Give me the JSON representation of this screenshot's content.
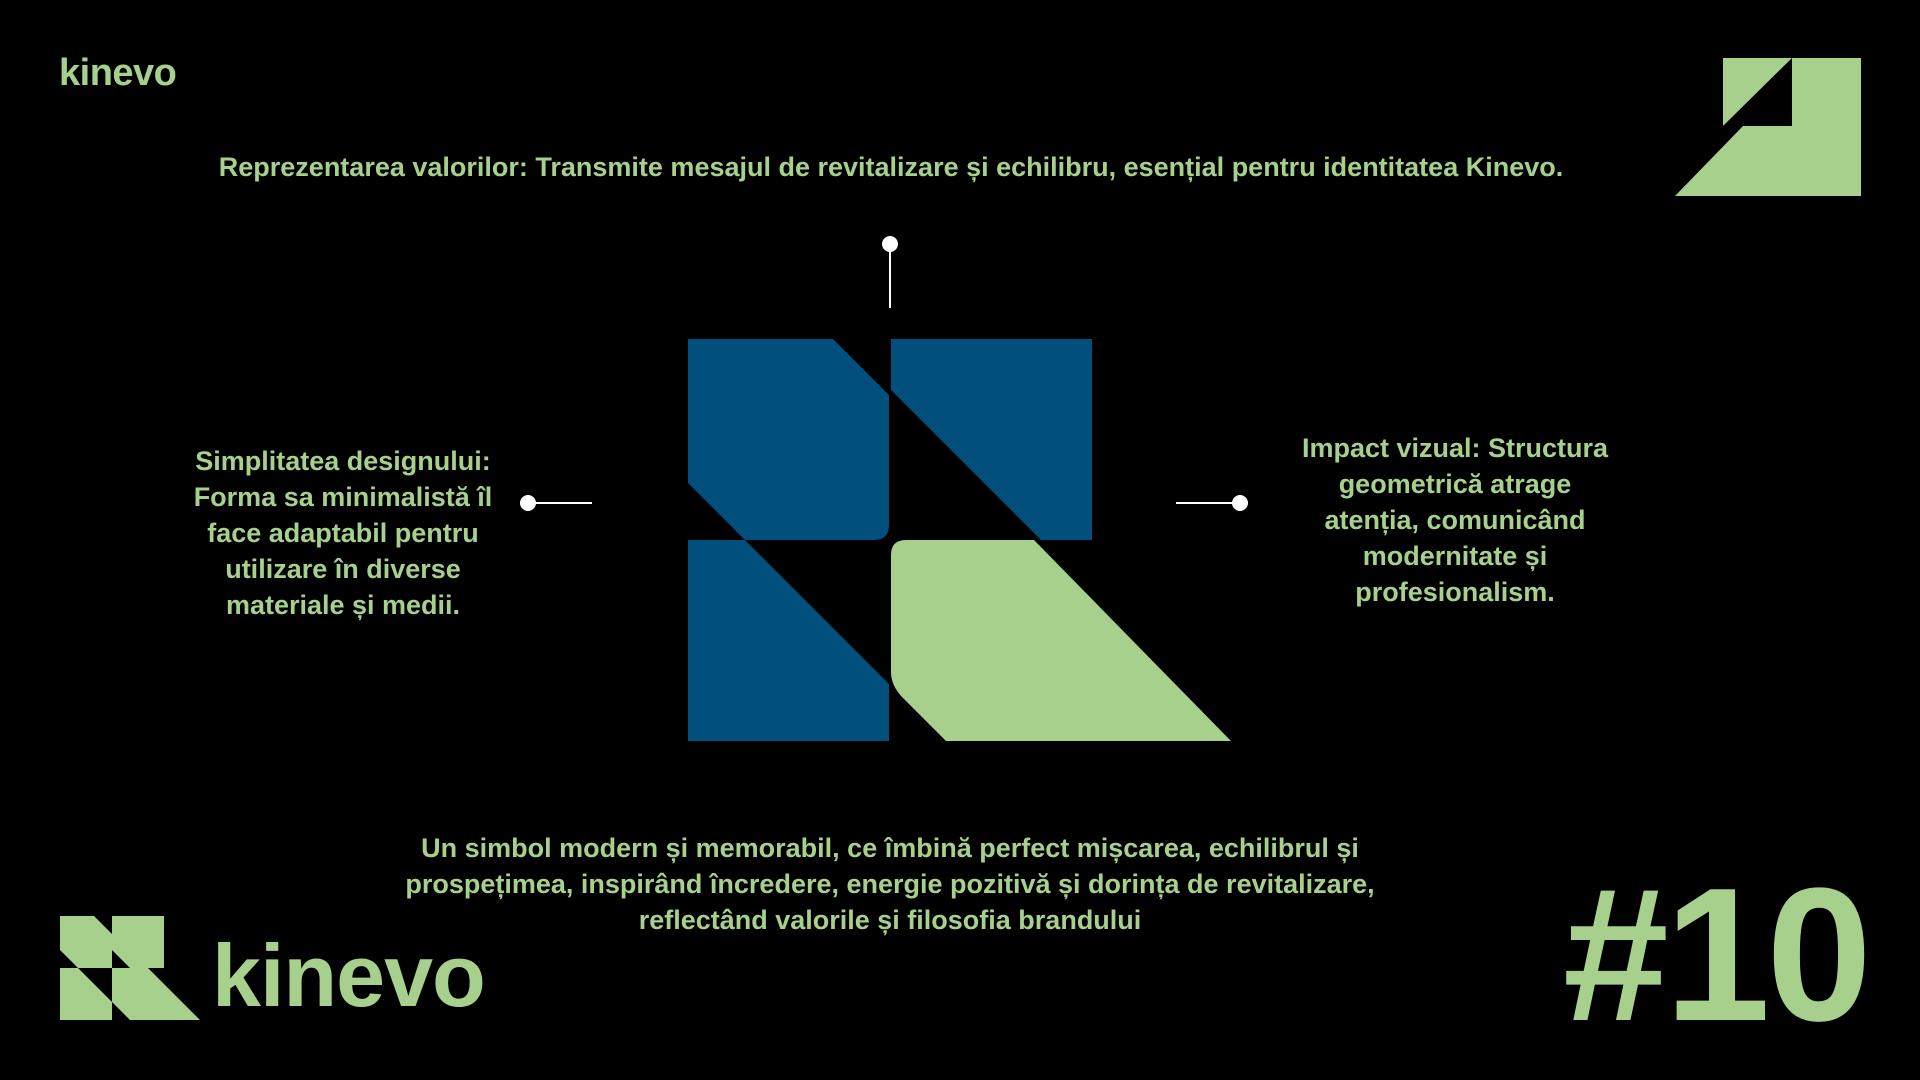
{
  "brand": {
    "name": "kinevo"
  },
  "captions": {
    "top": "Reprezentarea valorilor: Transmite mesajul de revitalizare și echilibru, esențial pentru identitatea Kinevo.",
    "left_lines": [
      "Simplitatea designului:",
      "Forma sa minimalistă îl",
      "face adaptabil pentru",
      "utilizare în diverse",
      "materiale și medii."
    ],
    "right_lines": [
      "Impact vizual: Structura",
      "geometrică atrage",
      "atenția, comunicând",
      "modernitate și",
      "profesionalism."
    ],
    "bottom_lines": [
      "Un simbol modern și memorabil, ce îmbină perfect mișcarea, echilibrul și",
      "prospețimea, inspirând încredere, energie pozitivă și dorința de revitalizare,",
      "reflectând valorile și filosofia brandului"
    ]
  },
  "slide_number": "#10",
  "colors": {
    "background": "#000000",
    "accent_green": "#a8d08d",
    "symbol_blue": "#004f7c",
    "connector_white": "#ffffff"
  },
  "icons": {
    "corner": "kinevo-logomark",
    "center": "kinevo-symbol-large",
    "bottom": "kinevo-logomark"
  }
}
